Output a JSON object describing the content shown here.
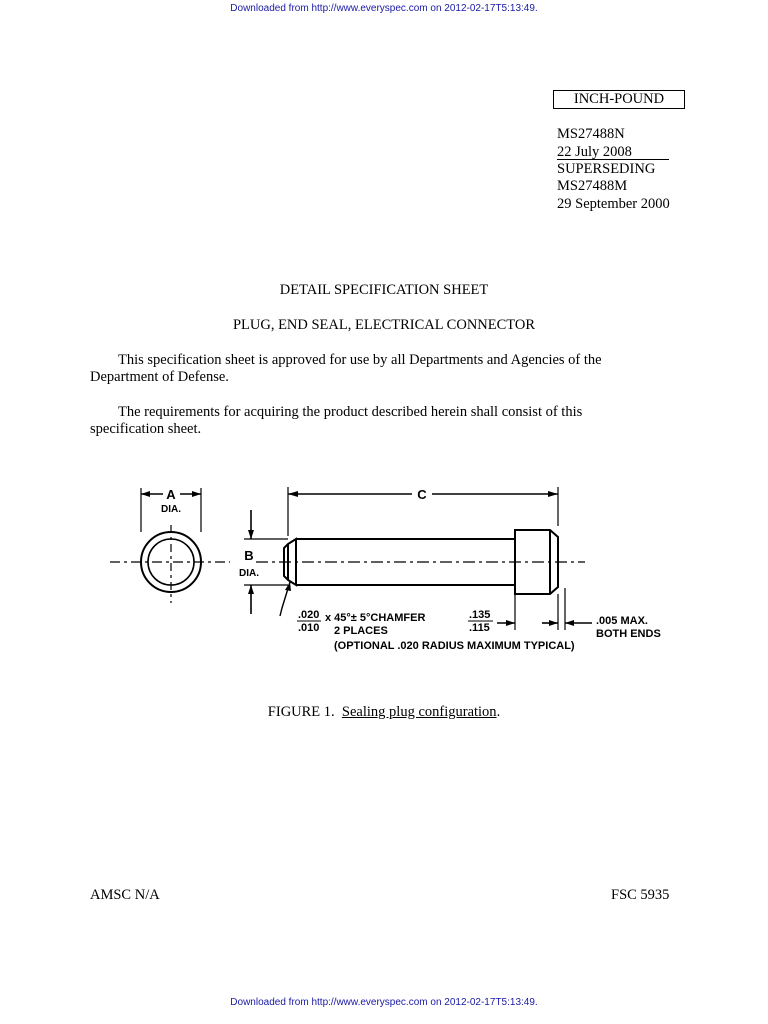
{
  "banner": {
    "top": "Downloaded from http://www.everyspec.com on 2012-02-17T5:13:49.",
    "bottom": "Downloaded from http://www.everyspec.com on 2012-02-17T5:13:49."
  },
  "header": {
    "units_box": "INCH-POUND",
    "doc_number": "MS27488N",
    "doc_date": "22 July 2008",
    "superseding_label": "SUPERSEDING",
    "superseded_number": "MS27488M",
    "superseded_date": "29 September 2000"
  },
  "title": {
    "line1": "DETAIL SPECIFICATION SHEET",
    "line2": "PLUG, END SEAL, ELECTRICAL CONNECTOR"
  },
  "paragraphs": {
    "approval": "This specification sheet is approved for use by all Departments and Agencies of the Department of Defense.",
    "requirements": "The requirements for acquiring the product described herein shall consist of this specification sheet."
  },
  "figure": {
    "dim_a": "A",
    "dim_a_dia": "DIA.",
    "dim_b": "B",
    "dim_b_dia": "DIA.",
    "dim_c": "C",
    "chamfer_upper": ".020",
    "chamfer_lower": ".010",
    "chamfer_spec": "x 45°± 5°CHAMFER",
    "chamfer_places": "2 PLACES",
    "length_upper": ".135",
    "length_lower": ".115",
    "end_tolerance": ".005 MAX.",
    "end_tolerance_note": "BOTH ENDS",
    "optional_note": "(OPTIONAL .020 RADIUS MAXIMUM TYPICAL)",
    "caption_prefix": "FIGURE 1.",
    "caption_title": "Sealing plug configuration",
    "caption_suffix": "."
  },
  "footer": {
    "left": "AMSC N/A",
    "right": "FSC 5935"
  }
}
